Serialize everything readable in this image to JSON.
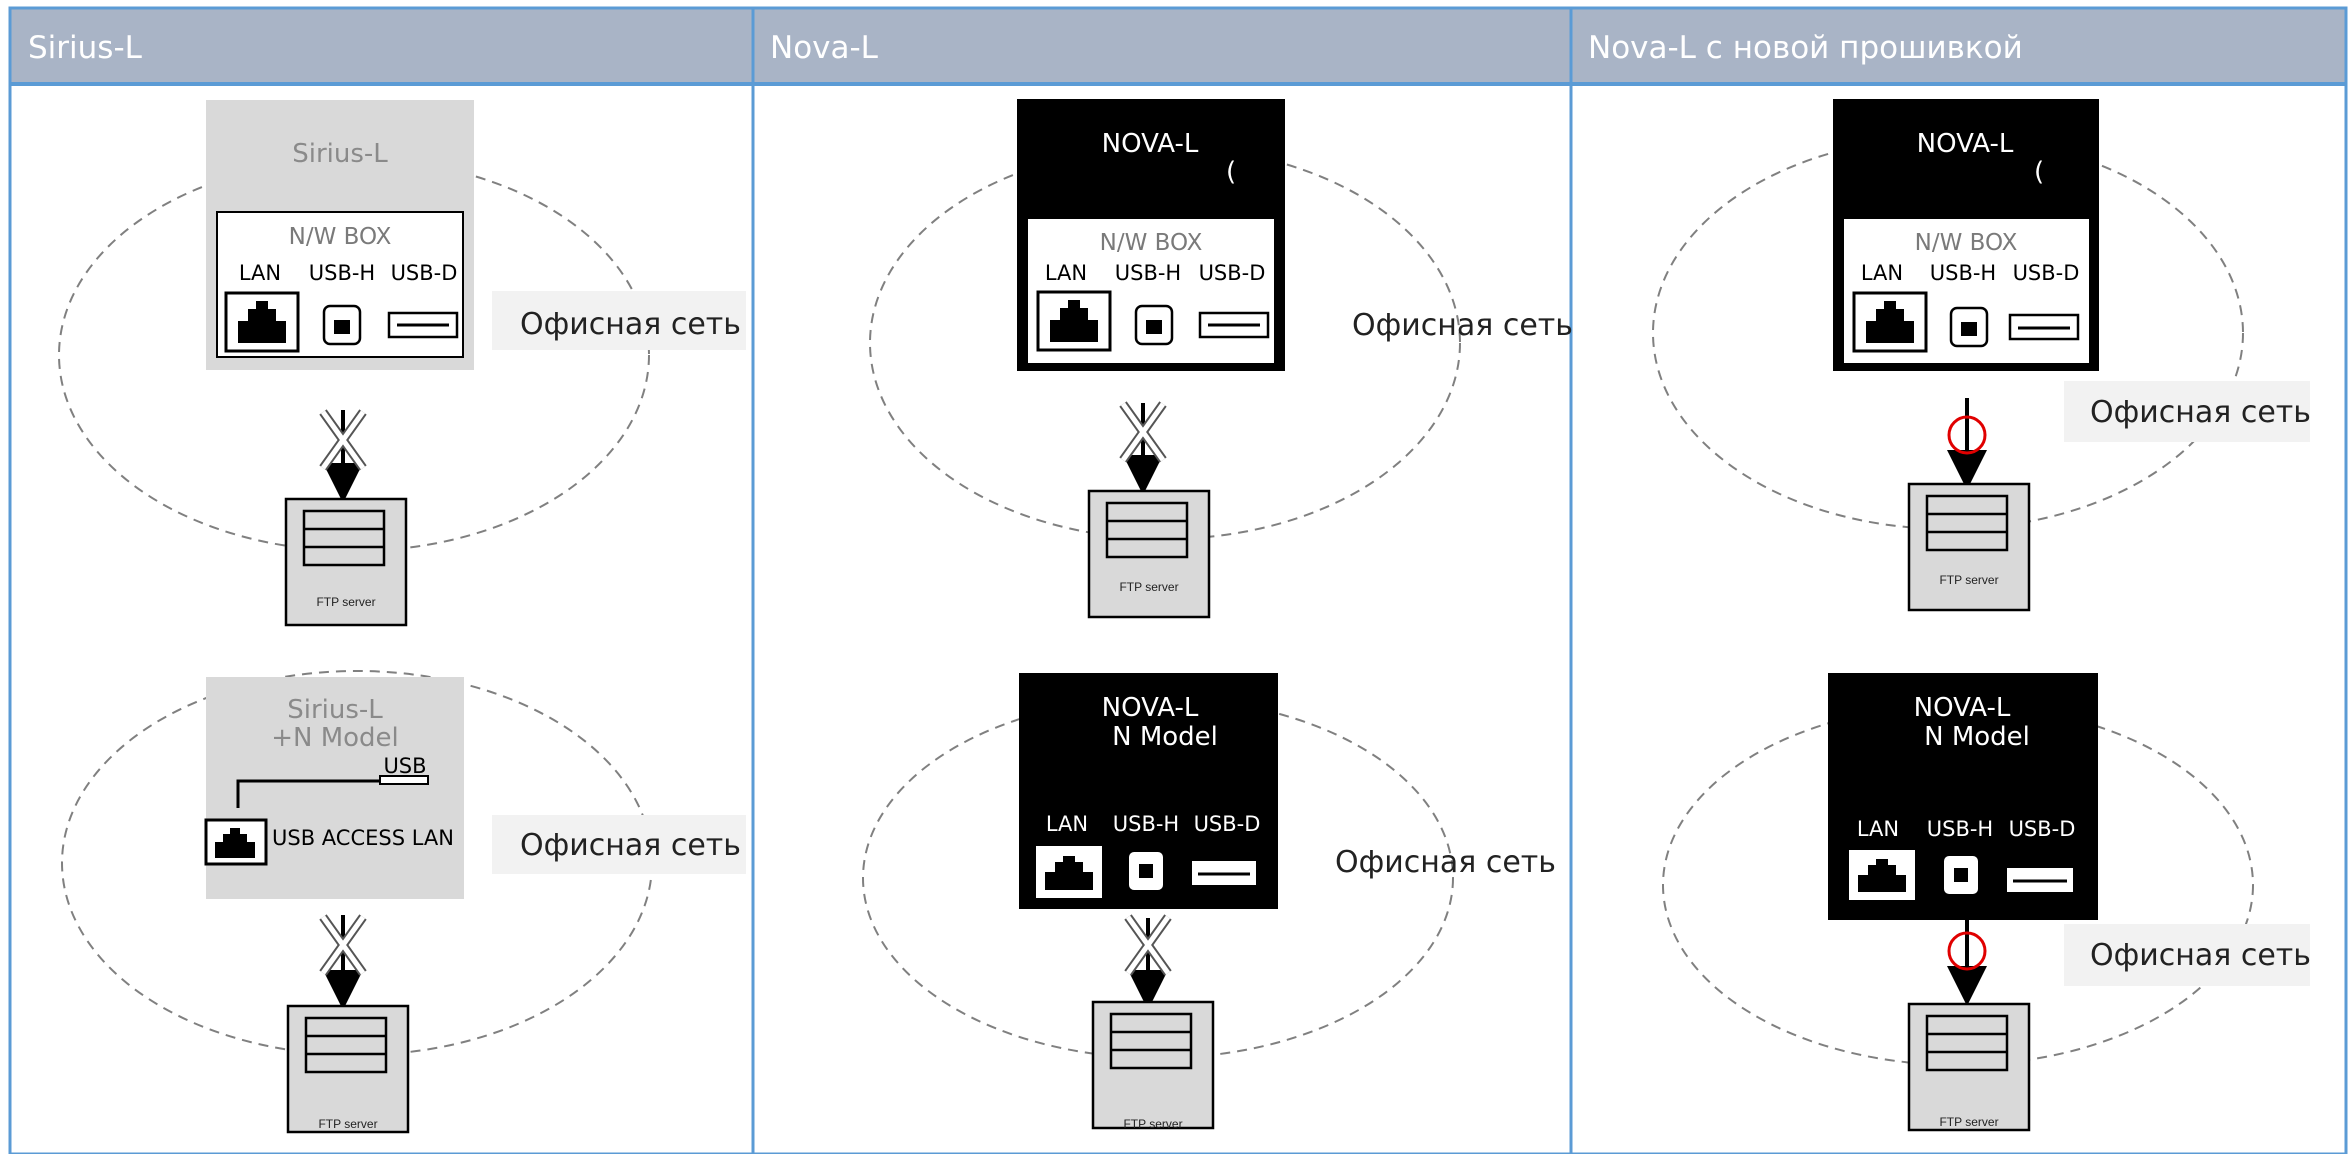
{
  "columns": [
    {
      "header": "Sirius-L",
      "top": {
        "device_title": "Sirius-L",
        "nw_box_label": "N/W BOX",
        "ports": [
          "LAN",
          "USB-H",
          "USB-D"
        ],
        "network_label": "Офисная сеть",
        "server_label": "FTP server",
        "connection": "blocked"
      },
      "bottom": {
        "device_title_1": "Sirius-L",
        "device_title_2": "+N Model",
        "usb_label": "USB",
        "access_label": "USB ACCESS LAN",
        "network_label": "Офисная сеть",
        "server_label": "FTP server",
        "connection": "blocked"
      }
    },
    {
      "header": "Nova-L",
      "top": {
        "device_title": "NOVA-L",
        "nw_box_label": "N/W BOX",
        "ports": [
          "LAN",
          "USB-H",
          "USB-D"
        ],
        "network_label": "Офисная сеть",
        "server_label": "FTP server",
        "connection": "blocked"
      },
      "bottom": {
        "device_title_1": "NOVA-L",
        "device_title_2": "N Model",
        "ports": [
          "LAN",
          "USB-H",
          "USB-D"
        ],
        "network_label": "Офисная сеть",
        "server_label": "FTP server",
        "connection": "blocked"
      }
    },
    {
      "header": "Nova-L с новой прошивкой",
      "top": {
        "device_title": "NOVA-L",
        "nw_box_label": "N/W BOX",
        "ports": [
          "LAN",
          "USB-H",
          "USB-D"
        ],
        "network_label": "Офисная сеть",
        "server_label": "FTP server",
        "connection": "allowed"
      },
      "bottom": {
        "device_title_1": "NOVA-L",
        "device_title_2": "N Model",
        "ports": [
          "LAN",
          "USB-H",
          "USB-D"
        ],
        "network_label": "Офисная сеть",
        "server_label": "FTP server",
        "connection": "allowed"
      }
    }
  ],
  "colors": {
    "header_bg": "#a9b4c6",
    "border": "#5b9bd5",
    "grey_box": "#d9d9d9",
    "black_box": "#000000",
    "dash": "#808080",
    "allowed_mark": "#e00000"
  }
}
